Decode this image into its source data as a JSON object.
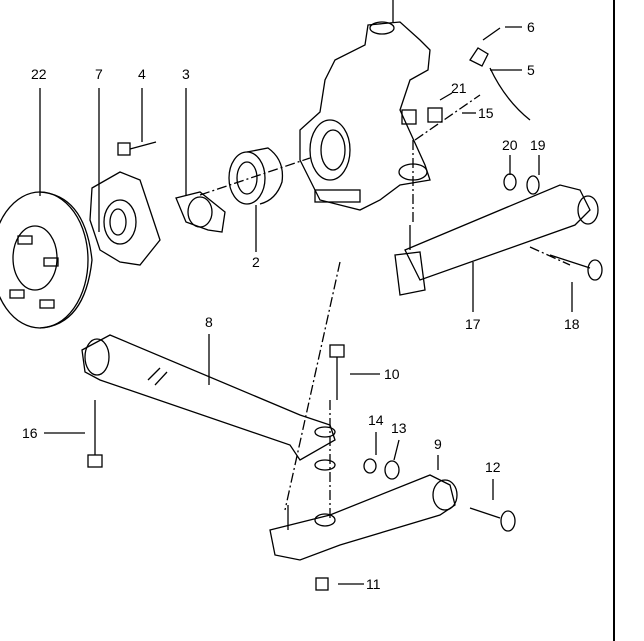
{
  "diagram": {
    "type": "exploded parts diagram - rear suspension",
    "callouts": [
      "22",
      "7",
      "4",
      "3",
      "2",
      "6",
      "5",
      "21",
      "15",
      "20",
      "19",
      "17",
      "18",
      "8",
      "10",
      "16",
      "14",
      "13",
      "9",
      "12",
      "11"
    ]
  },
  "colors": {
    "ink": "#000000",
    "background": "#ffffff"
  }
}
